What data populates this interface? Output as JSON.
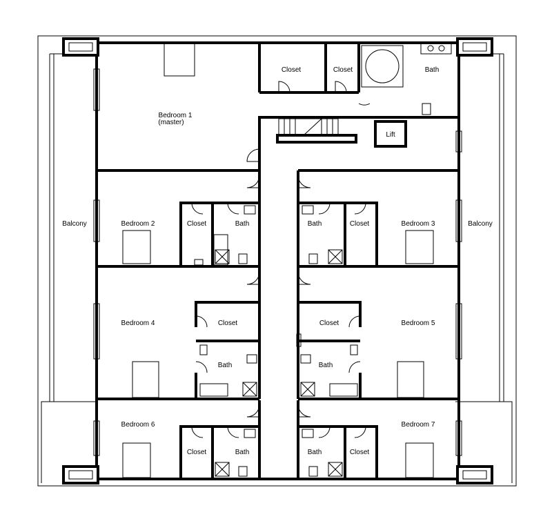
{
  "rooms": {
    "bedroom1": "Bedroom 1",
    "bedroom1_sub": "(master)",
    "closet_top_a": "Closet",
    "closet_top_b": "Closet",
    "bath_top": "Bath",
    "lift": "Lift",
    "balcony_left": "Balcony",
    "balcony_right": "Balcony",
    "bedroom2": "Bedroom 2",
    "closet2": "Closet",
    "bath2": "Bath",
    "bath3": "Bath",
    "closet3": "Closet",
    "bedroom3": "Bedroom 3",
    "bedroom4": "Bedroom 4",
    "closet4": "Closet",
    "bath4": "Bath",
    "closet5": "Closet",
    "bedroom5": "Bedroom 5",
    "bath5": "Bath",
    "bedroom6": "Bedroom 6",
    "closet6": "Closet",
    "bath6": "Bath",
    "bedroom7": "Bedroom 7",
    "bath7": "Bath",
    "closet7": "Closet"
  }
}
